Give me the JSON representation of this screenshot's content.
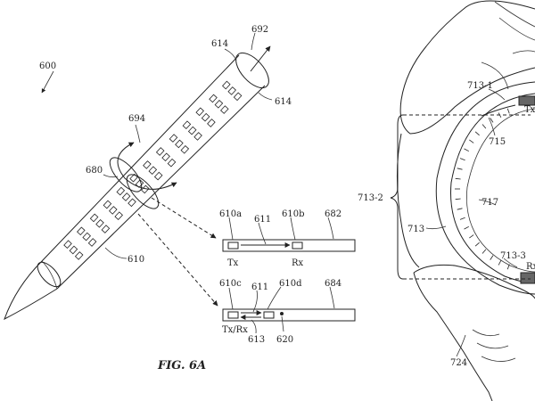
{
  "figure": {
    "caption": "FIG. 6A",
    "labels": {
      "n600": "600",
      "n614a": "614",
      "n614b": "614",
      "n692": "692",
      "n694": "694",
      "n680": "680",
      "n610": "610",
      "n610a": "610a",
      "n611a": "611",
      "n610b": "610b",
      "n682": "682",
      "tx": "Tx",
      "rx": "Rx",
      "n610c": "610c",
      "n611b": "611",
      "n610d": "610d",
      "n684": "684",
      "txrx": "Tx/Rx",
      "n613": "613",
      "n620": "620",
      "n713_1": "713-1",
      "n715": "715",
      "n713_2": "713-2",
      "n717": "717",
      "n713": "713",
      "n713_3": "713-3",
      "n724": "724",
      "tx_edge": "Tx",
      "rx_edge": "Rx"
    }
  }
}
